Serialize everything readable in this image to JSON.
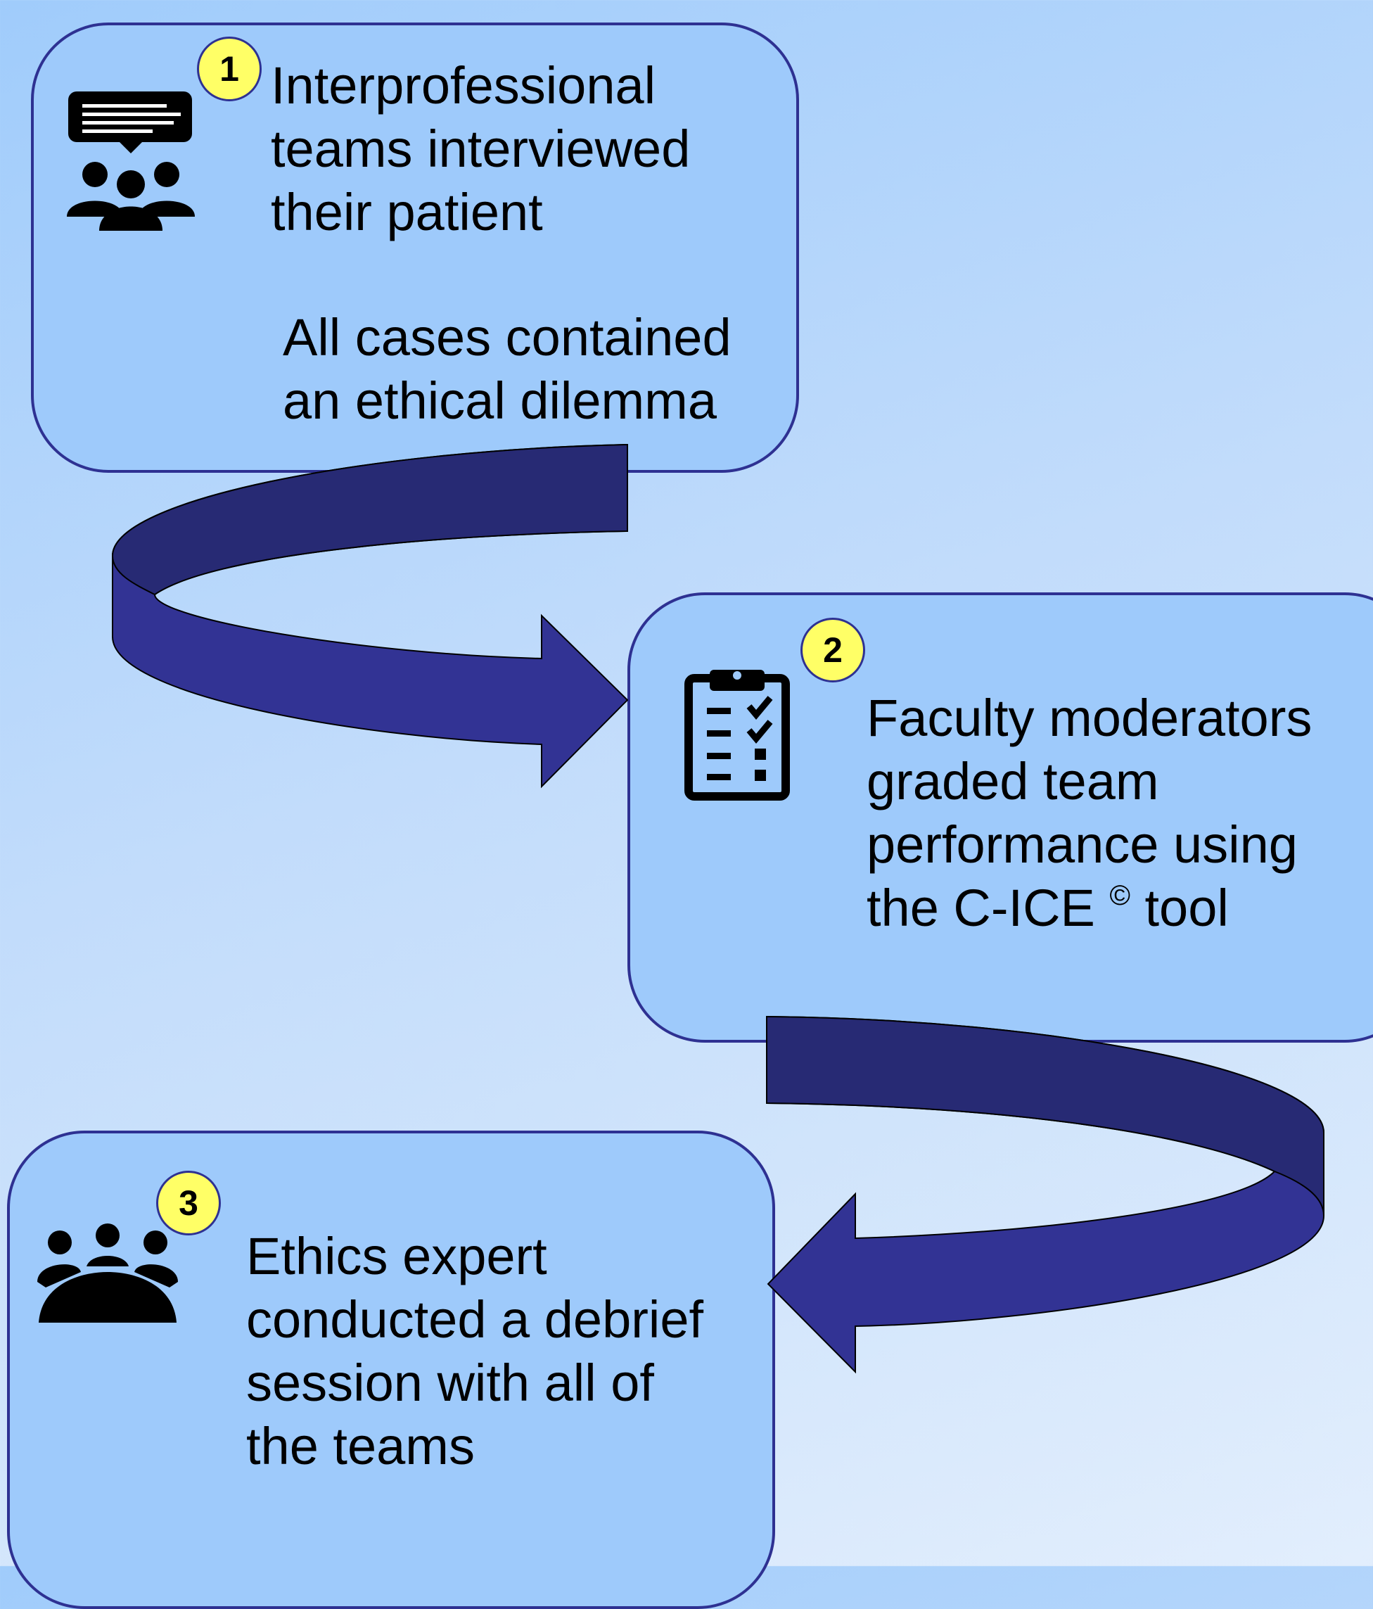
{
  "steps": [
    {
      "number": "1",
      "icon": "team-discussion-icon",
      "text_lines": [
        "Interprofessional",
        "teams interviewed",
        "their patient"
      ],
      "note_lines": [
        "All cases contained",
        "an ethical dilemma"
      ]
    },
    {
      "number": "2",
      "icon": "clipboard-checklist-icon",
      "text_lines": [
        "Faculty moderators",
        "graded team",
        "performance using"
      ],
      "last_line_prefix": "the C-ICE",
      "last_line_symbol": "©",
      "last_line_suffix": "tool"
    },
    {
      "number": "3",
      "icon": "meeting-table-icon",
      "text_lines": [
        "Ethics expert",
        "conducted a debrief",
        "session with all of",
        "the teams"
      ]
    }
  ],
  "colors": {
    "box_fill": "#9ecafb",
    "box_border": "#2e3192",
    "arrow_fill": "#323394",
    "arrow_back": "#272a74",
    "badge_fill": "#ffff66"
  }
}
